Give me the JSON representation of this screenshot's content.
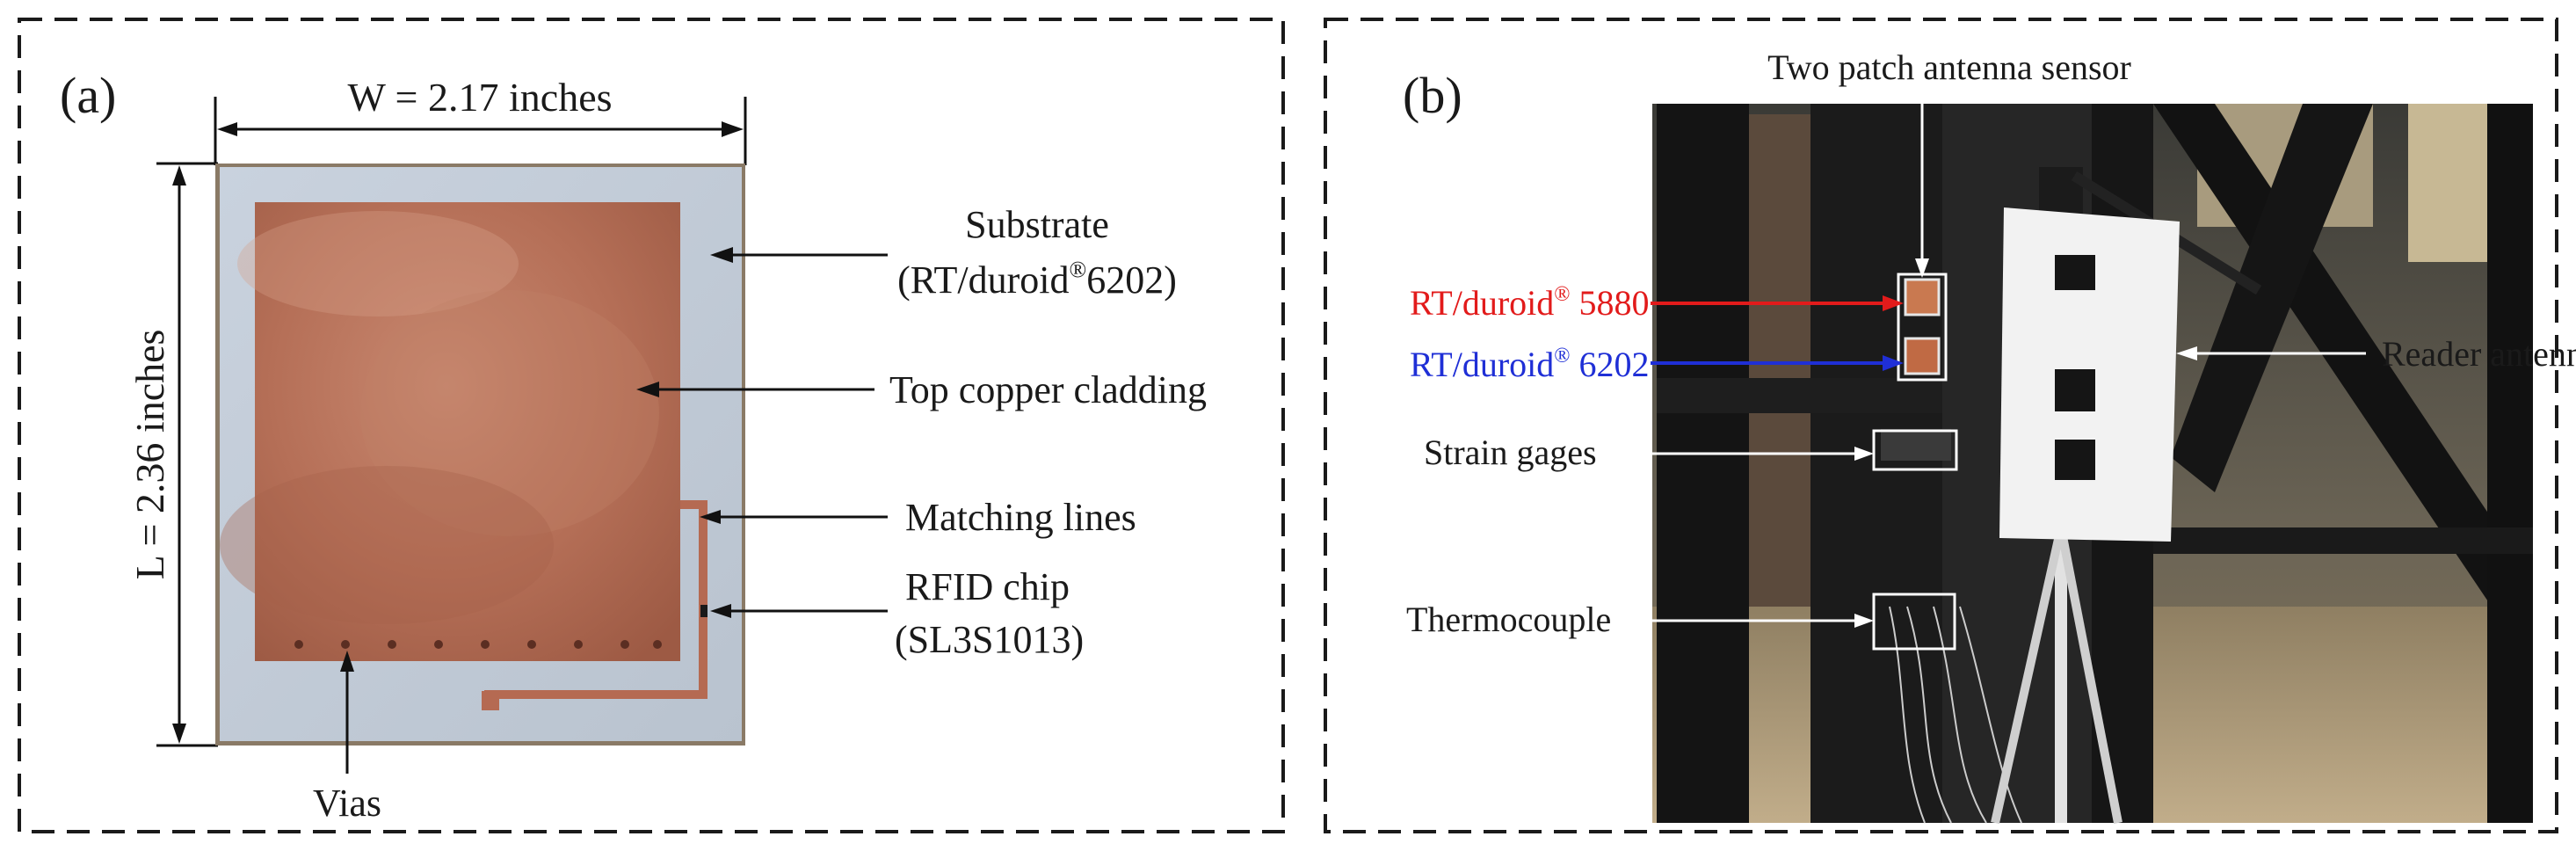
{
  "panel_a": {
    "label": "(a)",
    "width_label": "W = 2.17 inches",
    "length_label": "L = 2.36 inches",
    "callouts": {
      "substrate_line1": "Substrate",
      "substrate_line2_pre": "(RT/duroid",
      "substrate_reg": "®",
      "substrate_line2_post": "6202)",
      "copper": "Top copper cladding",
      "matching": "Matching lines",
      "rfid_line1": "RFID chip",
      "rfid_line2": "(SL3S1013)",
      "vias": "Vias"
    }
  },
  "panel_b": {
    "label": "(b)",
    "callouts": {
      "sensor": "Two patch antenna sensor",
      "rt5880_pre": "RT/duroid",
      "rt5880_reg": "®",
      "rt5880_post": " 5880",
      "rt6202_pre": "RT/duroid",
      "rt6202_reg": "®",
      "rt6202_post": " 6202",
      "strain": "Strain gages",
      "thermo": "Thermocouple",
      "reader": "Reader antenna"
    },
    "colors": {
      "red_arrow": "#e21b1b",
      "blue_arrow": "#1f2fd6"
    }
  }
}
